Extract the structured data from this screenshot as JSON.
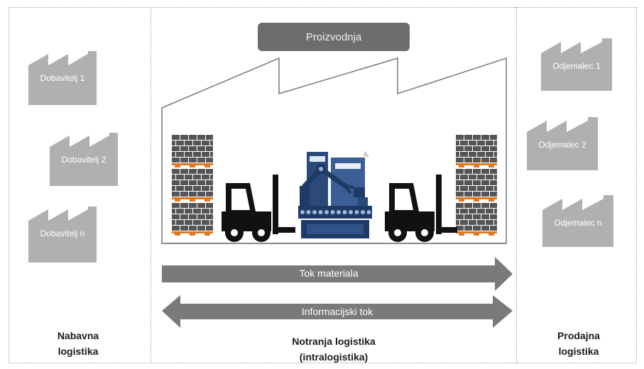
{
  "production": {
    "title": "Proizvodnja"
  },
  "suppliers": [
    "Dobavitelj 1",
    "Dobavitelj 2",
    "Dobavitelj n"
  ],
  "customers": [
    "Odjemalec 1",
    "Odjemalec 2",
    "Odjemalec n"
  ],
  "flows": {
    "material": "Tok materiala",
    "information": "Informacijski tok"
  },
  "sections": {
    "procurement": [
      "Nabavna",
      "logistika"
    ],
    "internal": [
      "Notranja logistika",
      "(intralogistika)"
    ],
    "sales": [
      "Prodajna",
      "logistika"
    ]
  },
  "colors": {
    "factory_gray": "#b0b0b0",
    "arrow_gray": "#7a7a7a",
    "machine_navy": "#1e3a66",
    "pallet_orange": "#e07820",
    "brick_gray": "#555555",
    "forklift_black": "#111111"
  }
}
